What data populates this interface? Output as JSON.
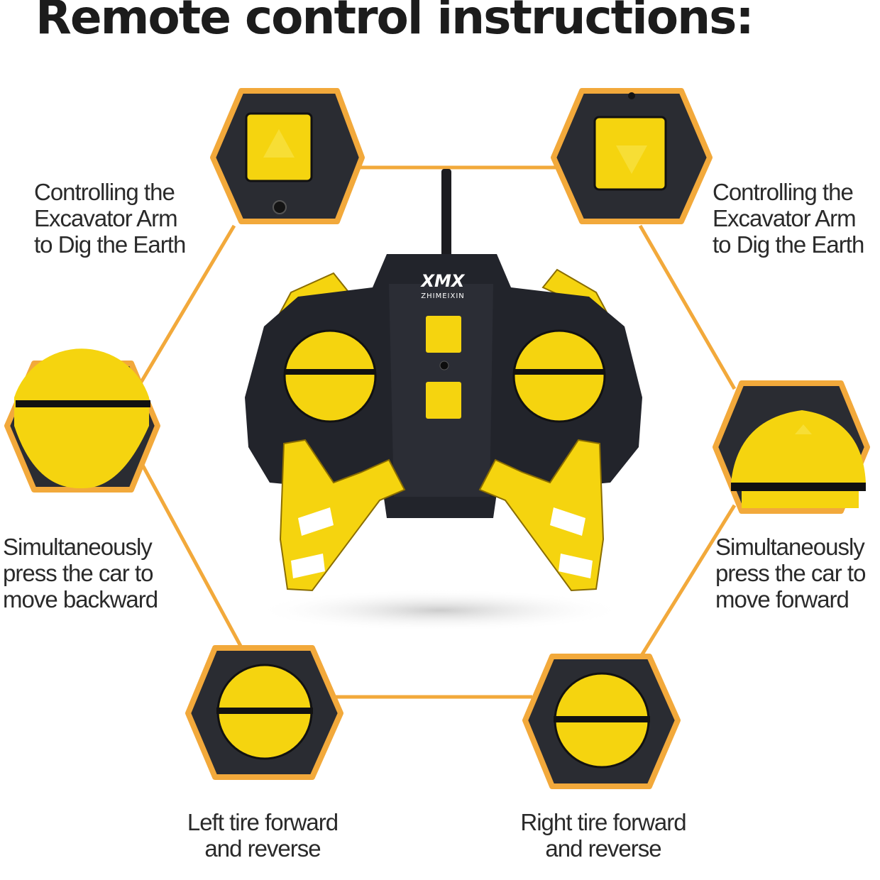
{
  "title": "Remote control instructions:",
  "labels": {
    "top_left": "Controlling the\nExcavator Arm\nto Dig the Earth",
    "top_right": "Controlling the\nExcavator Arm\nto Dig the Earth",
    "mid_left": "Simultaneously\npress the car to\nmove backward",
    "mid_right": "Simultaneously\npress the car to\nmove forward",
    "bottom_left": "Left tire forward\nand reverse",
    "bottom_right": "Right tire forward\nand reverse"
  },
  "remote": {
    "logo": "XMX",
    "brand": "ZHIMEIXIN"
  },
  "colors": {
    "accent_orange": "#f2a93b",
    "yellow": "#f5d40f",
    "dark": "#22242b",
    "text": "#2a2a2a"
  }
}
